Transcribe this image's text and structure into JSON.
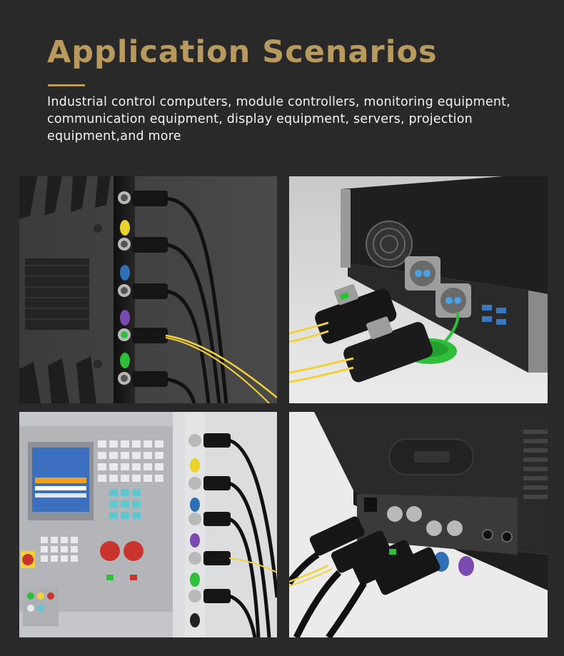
{
  "header": {
    "title": "Application Scenarios",
    "description": "Industrial control computers, module controllers, monitoring equipment, communication equipment, display equipment, servers, projection equipment,and more"
  },
  "colors": {
    "background": "#292929",
    "accent_gold": "#b89a5e",
    "text": "#f2f2f2",
    "fiber_yellow": "#f2d23a",
    "cap_green": "#2fbf3a",
    "cap_blue": "#2f6fb5",
    "cap_purple": "#7b4ab0",
    "cap_yellow": "#e9d22a"
  },
  "panels": [
    {
      "name": "industrial-pc-connectors"
    },
    {
      "name": "server-fiber-connectors"
    },
    {
      "name": "cnc-controller-connectors"
    },
    {
      "name": "projector-connectors"
    }
  ]
}
